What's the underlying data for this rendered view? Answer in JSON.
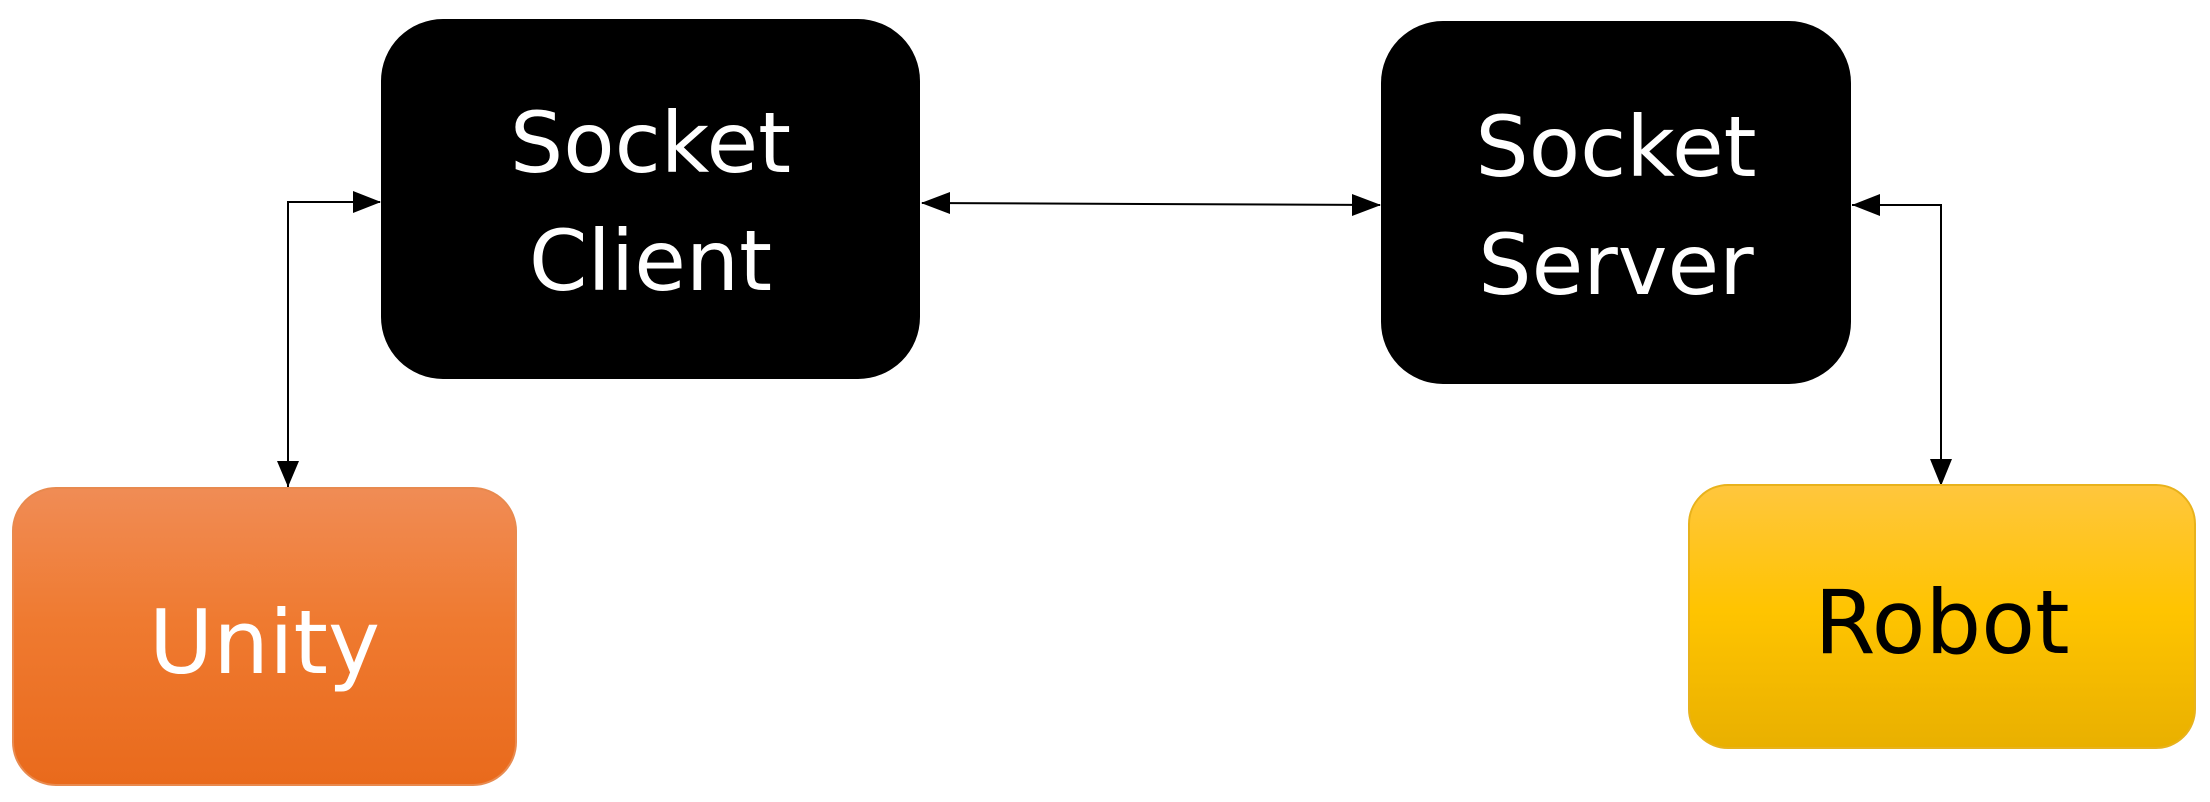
{
  "nodes": {
    "socket_client": {
      "label": "Socket\nClient",
      "color": "#000000"
    },
    "socket_server": {
      "label": "Socket\nServer",
      "color": "#000000"
    },
    "unity": {
      "label": "Unity",
      "color": "#ef7a30"
    },
    "robot": {
      "label": "Robot",
      "color": "#ffc400"
    }
  },
  "edges": [
    {
      "from": "unity",
      "to": "socket_client",
      "direction": "bidirectional"
    },
    {
      "from": "socket_client",
      "to": "socket_server",
      "direction": "bidirectional"
    },
    {
      "from": "socket_server",
      "to": "robot",
      "direction": "bidirectional"
    }
  ]
}
